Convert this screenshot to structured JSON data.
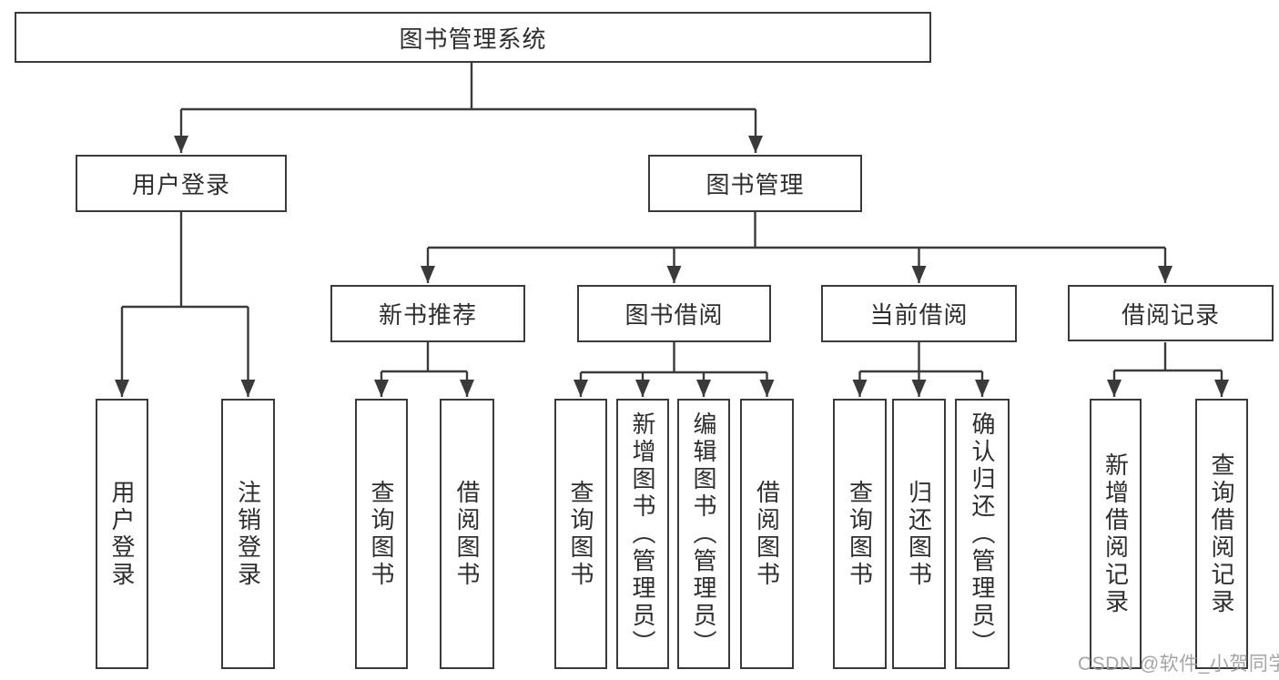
{
  "tree": {
    "label": "图书管理系统",
    "children": [
      {
        "label": "用户登录",
        "children": [
          {
            "label": "用户登录"
          },
          {
            "label": "注销登录"
          }
        ]
      },
      {
        "label": "图书管理",
        "children": [
          {
            "label": "新书推荐",
            "children": [
              {
                "label": "查询图书"
              },
              {
                "label": "借阅图书"
              }
            ]
          },
          {
            "label": "图书借阅",
            "children": [
              {
                "label": "查询图书"
              },
              {
                "label": "新增图书（管理员）"
              },
              {
                "label": "编辑图书（管理员）"
              },
              {
                "label": "借阅图书"
              }
            ]
          },
          {
            "label": "当前借阅",
            "children": [
              {
                "label": "查询图书"
              },
              {
                "label": "归还图书"
              },
              {
                "label": "确认归还（管理员）"
              }
            ]
          },
          {
            "label": "借阅记录",
            "children": [
              {
                "label": "新增借阅记录"
              },
              {
                "label": "查询借阅记录"
              }
            ]
          }
        ]
      }
    ]
  },
  "watermark": {
    "text": "CSDN @软件_小贺同学"
  },
  "colors": {
    "line": "#3a3a3a",
    "text": "#2e2e2e",
    "watermark": "#9e9e9e",
    "background": "#ffffff"
  }
}
